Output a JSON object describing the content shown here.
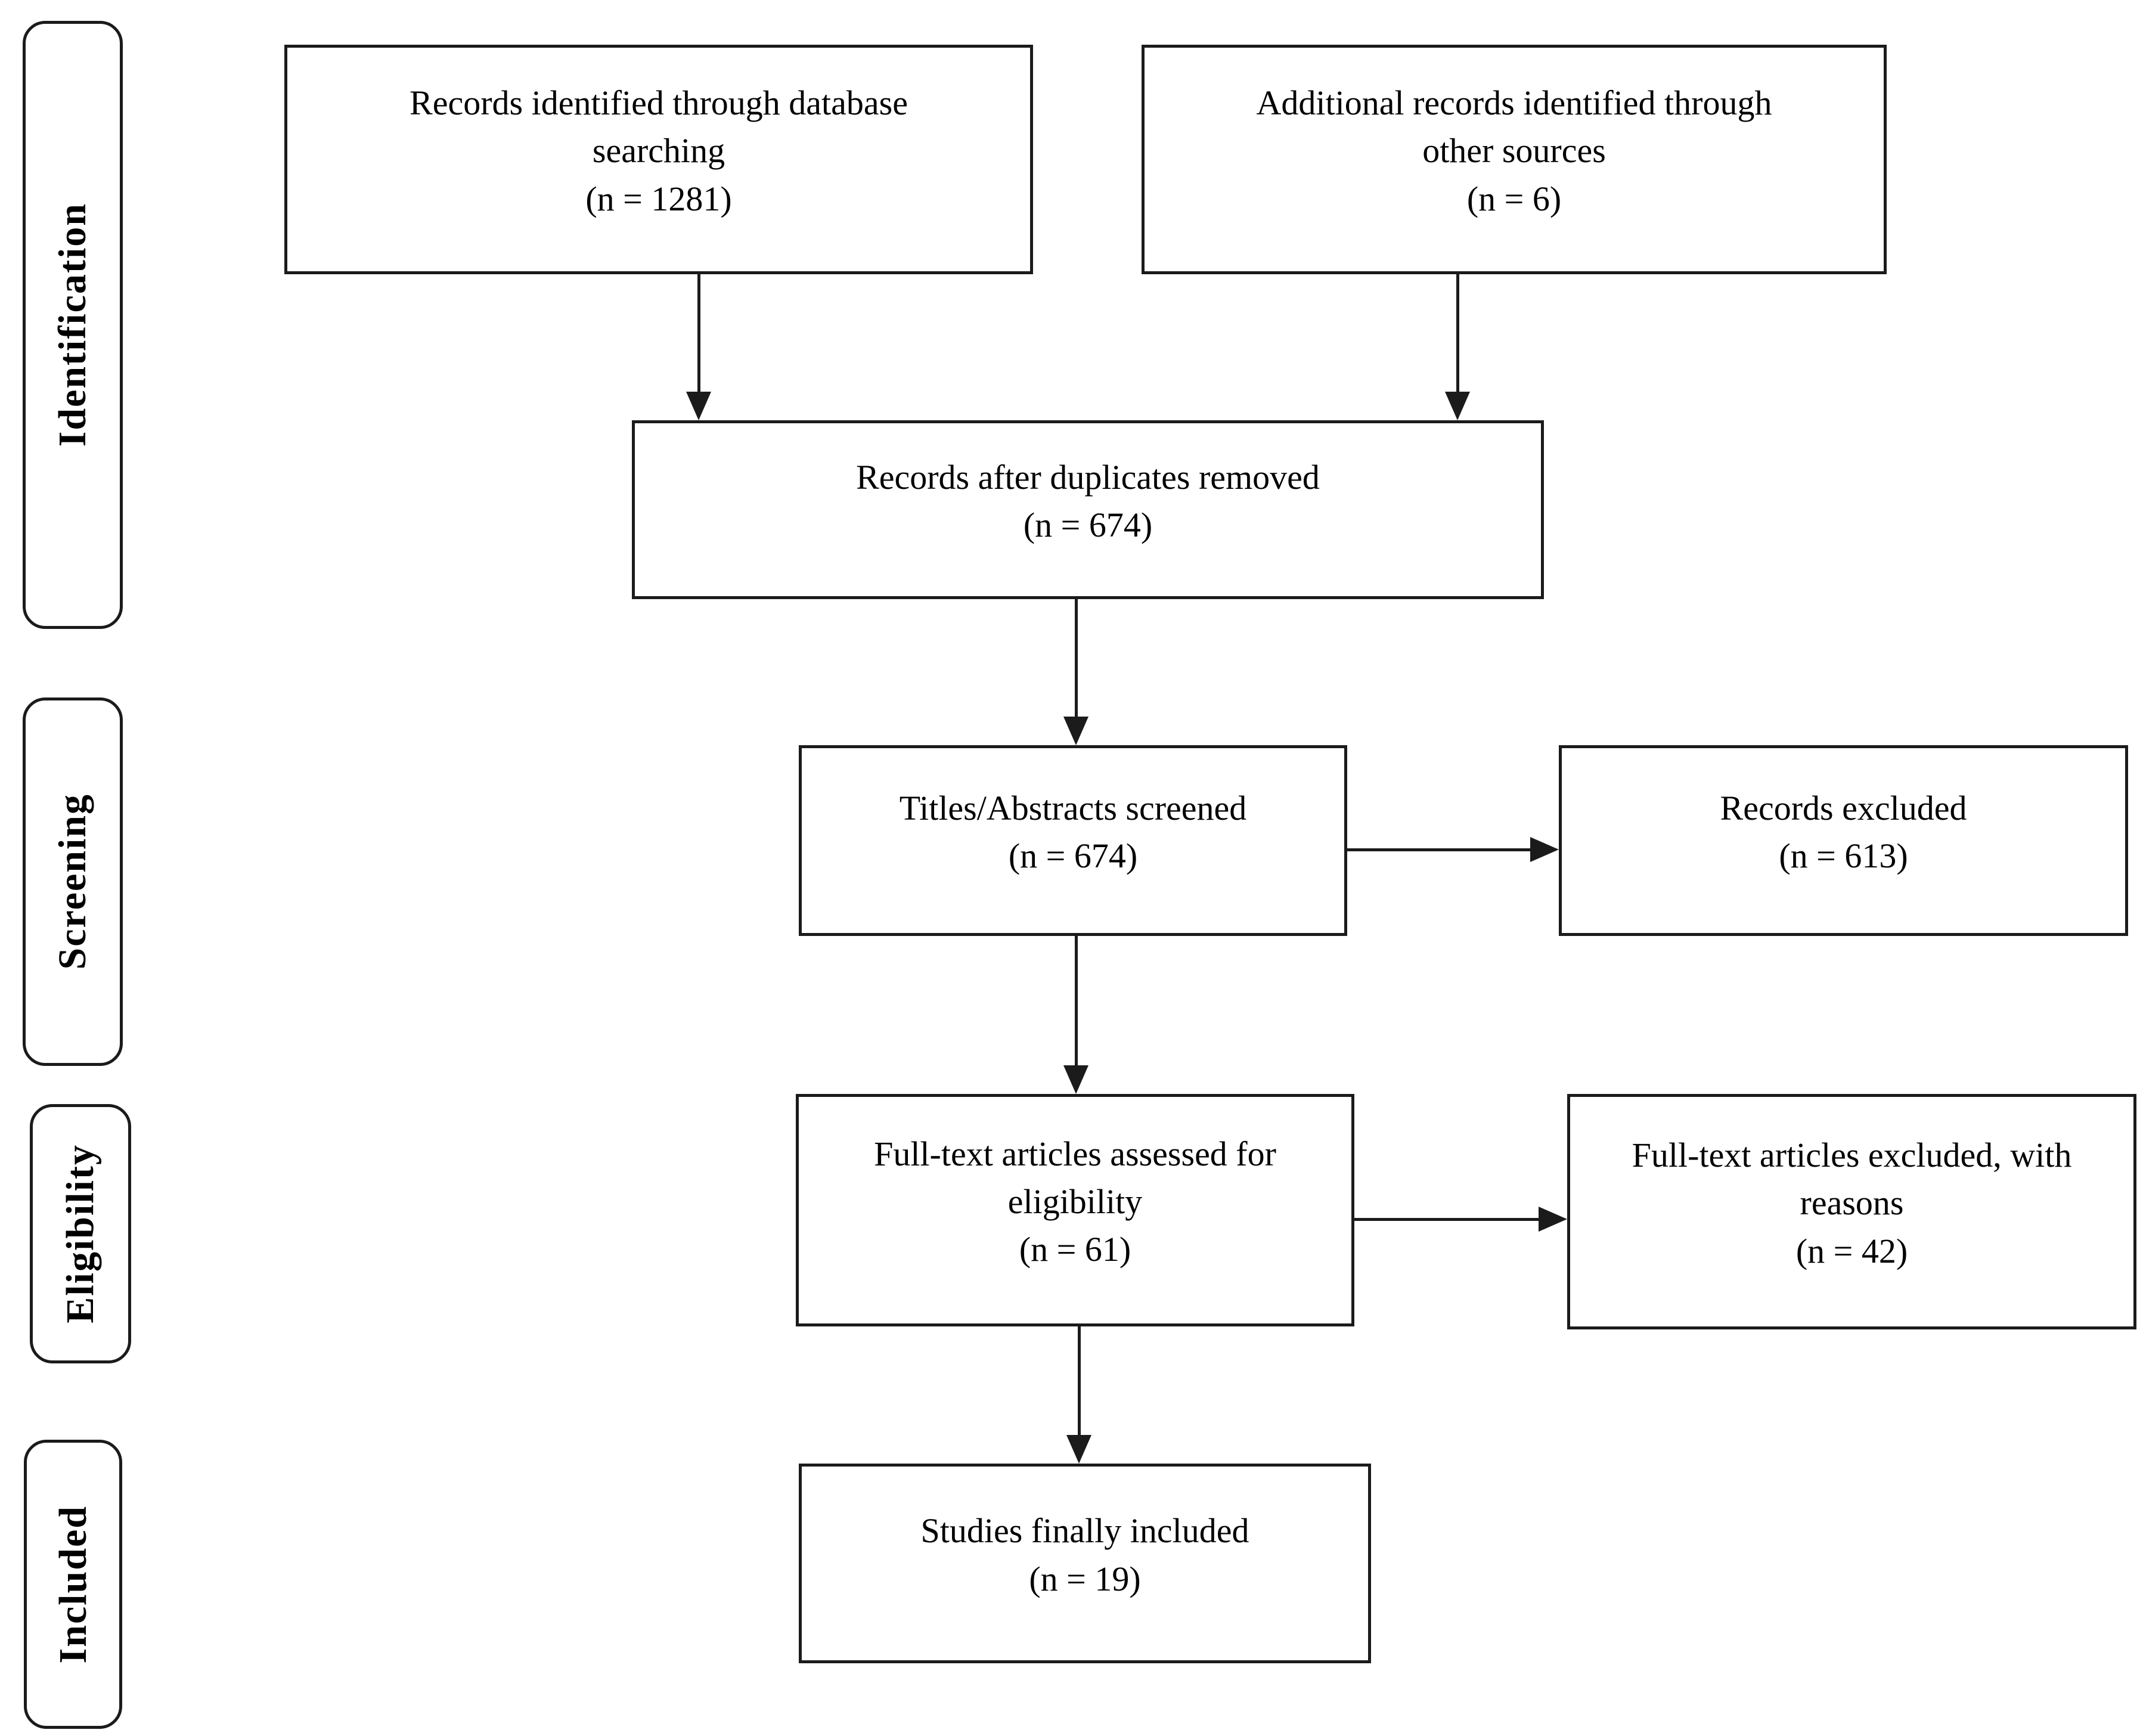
{
  "stages": [
    {
      "label": "Identification"
    },
    {
      "label": "Screening"
    },
    {
      "label": "Eligibility"
    },
    {
      "label": "Included"
    }
  ],
  "boxes": {
    "records_db": {
      "label": "Records identified through database searching",
      "n": "(n = 1281)"
    },
    "records_other": {
      "label": "Additional records identified through other sources",
      "n": "(n = 6)"
    },
    "after_duplicates": {
      "label": "Records after duplicates removed",
      "n": "(n = 674)"
    },
    "titles_screened": {
      "label": "Titles/Abstracts screened",
      "n": "(n = 674)"
    },
    "records_excluded": {
      "label": "Records excluded",
      "n": "(n = 613)"
    },
    "fulltext_assessed": {
      "label": "Full-text articles assessed for eligibility",
      "n": "(n = 61)"
    },
    "fulltext_excluded": {
      "label": "Full-text articles excluded, with reasons",
      "n": "(n = 42)"
    },
    "studies_included": {
      "label": "Studies finally included",
      "n": "(n = 19)"
    }
  },
  "colors": {
    "ink": "#1b1b1b",
    "text": "#000000",
    "background": "#ffffff"
  }
}
